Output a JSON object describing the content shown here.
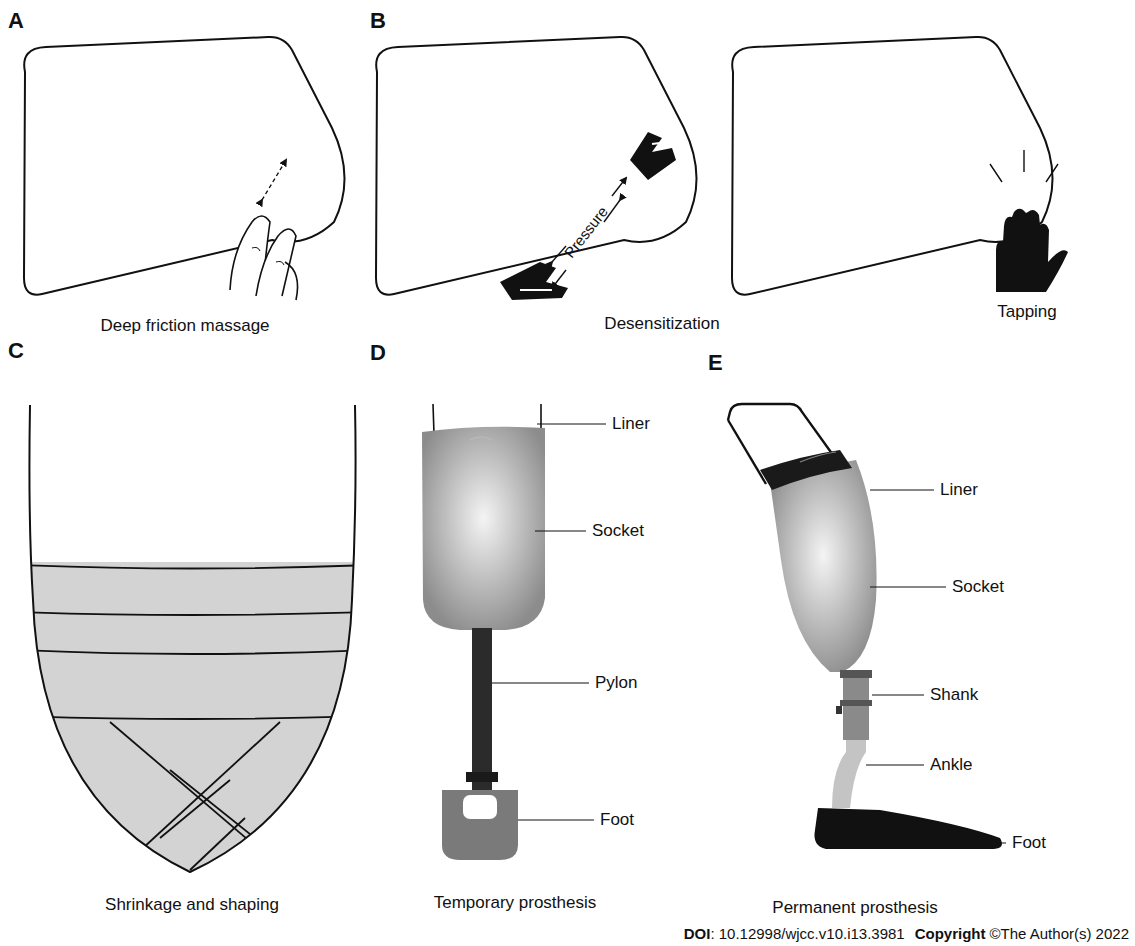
{
  "diagram": {
    "labels": [
      "A",
      "B",
      "C",
      "D",
      "E",
      "Deep friction massage",
      "Desensitization",
      "Pressure",
      "Tapping",
      "Shrinkage and shaping",
      "Temporary prosthesis",
      "Permanent prosthesis",
      "Liner",
      "Socket",
      "Pylon",
      "Foot",
      "Liner",
      "Socket",
      "Shank",
      "Ankle",
      "Foot",
      "DOI",
      ": 10.12998/wjcc.v10.i13.3981",
      "Copyright",
      "©The Author(s) 2022"
    ]
  }
}
